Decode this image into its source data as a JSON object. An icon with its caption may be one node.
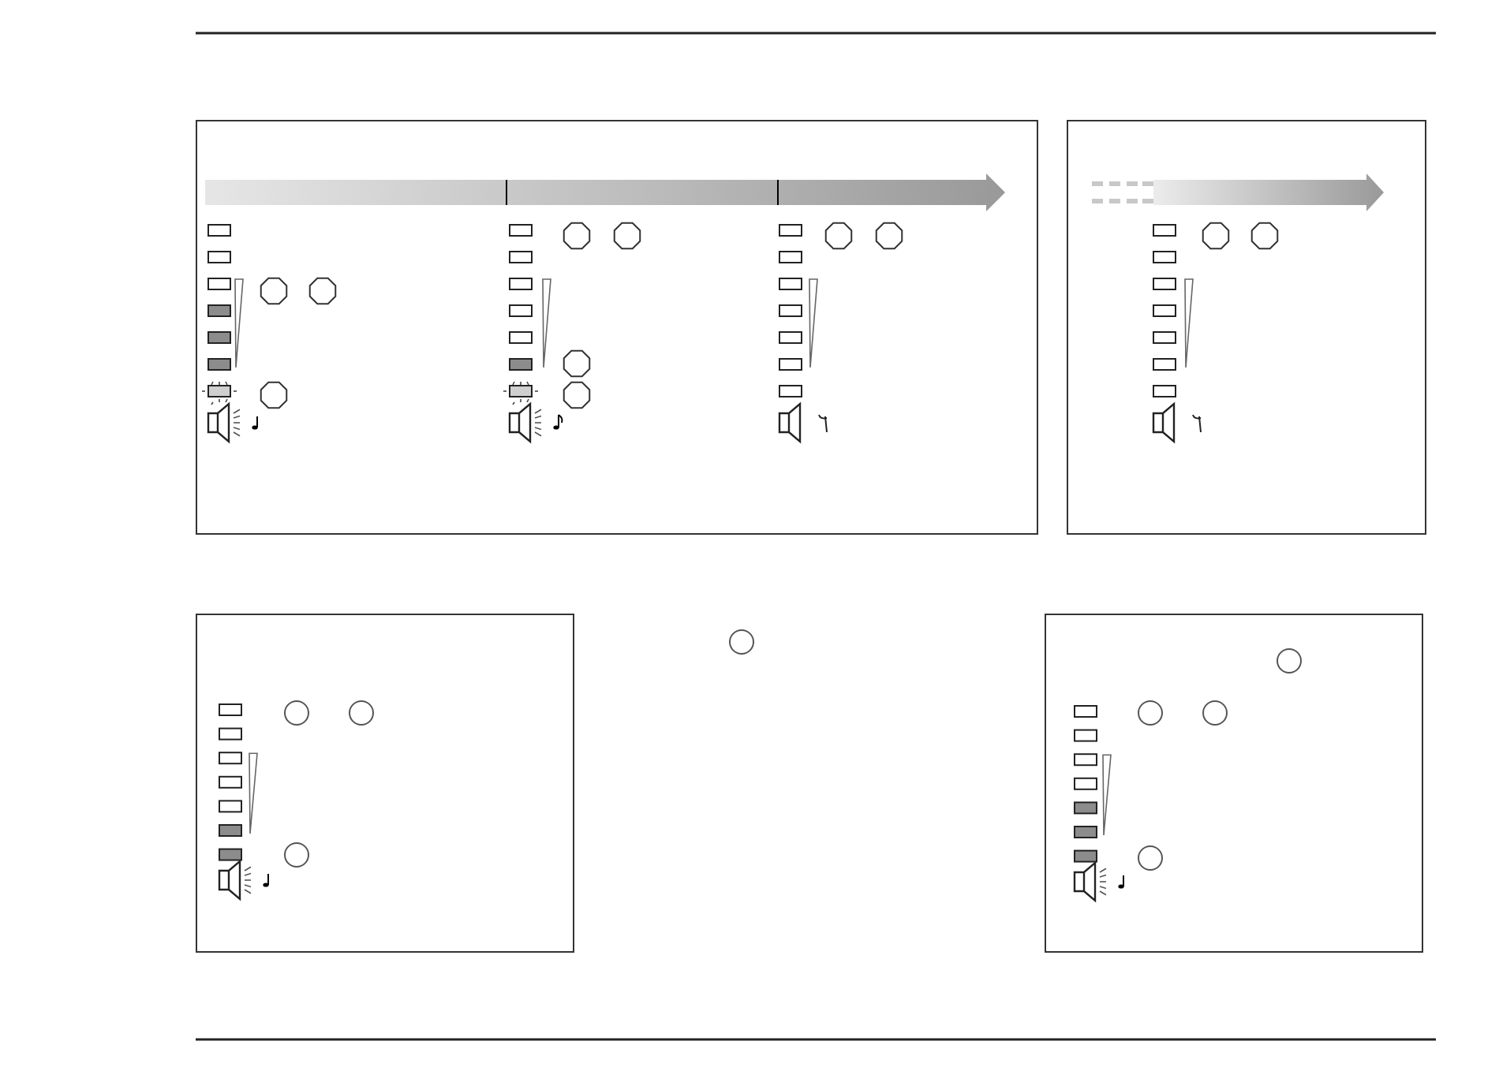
{
  "diagram": {
    "nodes": [
      {
        "text": [],
        "shape": "box"
      },
      {
        "text": [],
        "shape": "octagon",
        "in": 0
      },
      {
        "text": [],
        "shape": "octagon",
        "in": 0
      },
      {
        "text": [],
        "shape": "octagon",
        "in": 0
      },
      {
        "text": [],
        "shape": "octagon",
        "in": 0
      },
      {
        "text": [],
        "shape": "octagon",
        "in": 0
      },
      {
        "text": [],
        "shape": "octagon",
        "in": 0
      },
      {
        "text": [],
        "shape": "octagon",
        "in": 0
      },
      {
        "text": [],
        "shape": "octagon",
        "in": 0
      },
      {
        "text": [],
        "shape": "octagon",
        "in": 0
      },
      {
        "text": [],
        "shape": "box"
      },
      {
        "text": [],
        "shape": "octagon",
        "in": 10
      },
      {
        "text": [],
        "shape": "octagon",
        "in": 10
      },
      {
        "text": [],
        "shape": "box"
      },
      {
        "text": [],
        "shape": "circle",
        "in": 13
      },
      {
        "text": [],
        "shape": "circle",
        "in": 13
      },
      {
        "text": [],
        "shape": "circle",
        "in": 13
      },
      {
        "text": [],
        "shape": "circle"
      },
      {
        "text": [],
        "shape": "box"
      },
      {
        "text": [],
        "shape": "circle",
        "in": 18
      },
      {
        "text": [],
        "shape": "circle",
        "in": 18
      },
      {
        "text": [],
        "shape": "circle",
        "in": 18
      },
      {
        "text": [],
        "shape": "circle",
        "in": 18
      }
    ]
  }
}
